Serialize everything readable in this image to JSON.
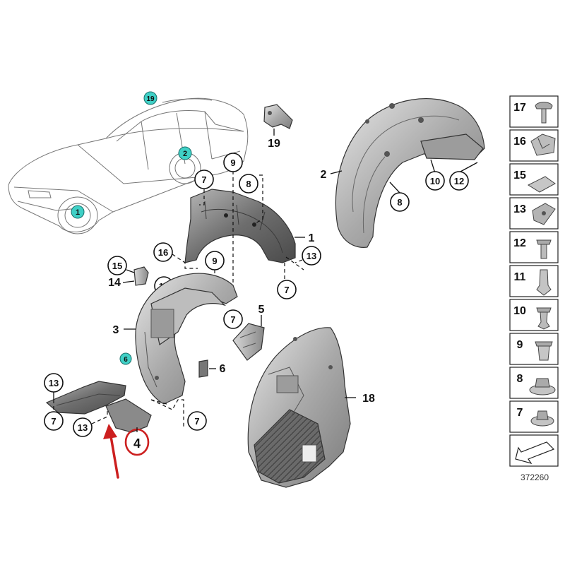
{
  "car_overview": {
    "markers": [
      "1",
      "2",
      "19"
    ]
  },
  "callouts": {
    "p19_bracket": "19",
    "p2_rear_liner": "2",
    "p10": "10",
    "p12": "12",
    "p8_rear": "8",
    "p9_top": "9",
    "p8_top": "8",
    "p7_top": "7",
    "p1": "1",
    "p13_right": "13",
    "p7_right": "7",
    "p16": "16",
    "p9_mid": "9",
    "p15": "15",
    "p14": "14",
    "p17": "17",
    "p3": "3",
    "p7_mid": "7",
    "p5": "5",
    "p6_cyan": "6",
    "p6": "6",
    "p18": "18",
    "p13_left": "13",
    "p7_left": "7",
    "p13_bottom": "13",
    "p7_bottom": "7",
    "p4_highlight": "4"
  },
  "fastener_legend": {
    "items": [
      "17",
      "16",
      "15",
      "13",
      "12",
      "11",
      "10",
      "9",
      "8",
      "7"
    ]
  },
  "diagram_number": "372260",
  "colors": {
    "marker_cyan": "#3fd0c6",
    "highlight_red": "#cc1f1f",
    "part_dark": "#5a5a5a",
    "part_mid": "#8a8a8a",
    "part_light": "#c4c4c4"
  }
}
